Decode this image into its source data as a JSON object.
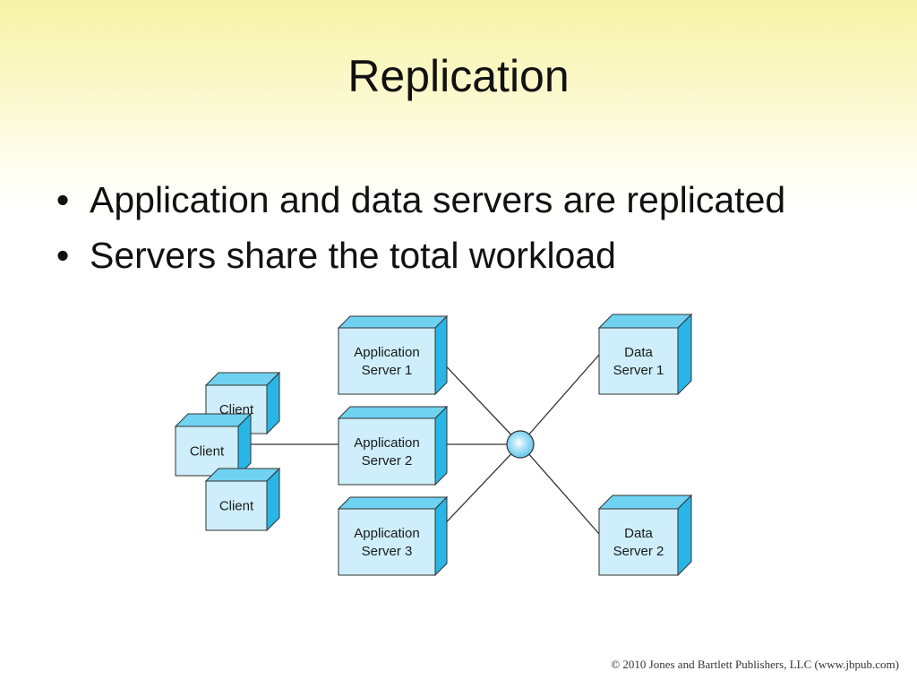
{
  "slide": {
    "title": "Replication",
    "bullets": [
      "Application and data servers are replicated",
      "Servers share the total workload"
    ],
    "bullet_glyph": "•",
    "copyright": "© 2010 Jones and Bartlett Publishers, LLC (www.jbpub.com)"
  },
  "diagram": {
    "colors": {
      "front": "#cdeefa",
      "top": "#6fd2f0",
      "side": "#29b6e6",
      "edge": "#333333",
      "hub": "#59c3ec"
    },
    "clients": [
      {
        "line1": "Client"
      },
      {
        "line1": "Client"
      },
      {
        "line1": "Client"
      }
    ],
    "app_servers": [
      {
        "line1": "Application",
        "line2": "Server 1"
      },
      {
        "line1": "Application",
        "line2": "Server 2"
      },
      {
        "line1": "Application",
        "line2": "Server 3"
      }
    ],
    "data_servers": [
      {
        "line1": "Data",
        "line2": "Server 1"
      },
      {
        "line1": "Data",
        "line2": "Server 2"
      }
    ]
  }
}
